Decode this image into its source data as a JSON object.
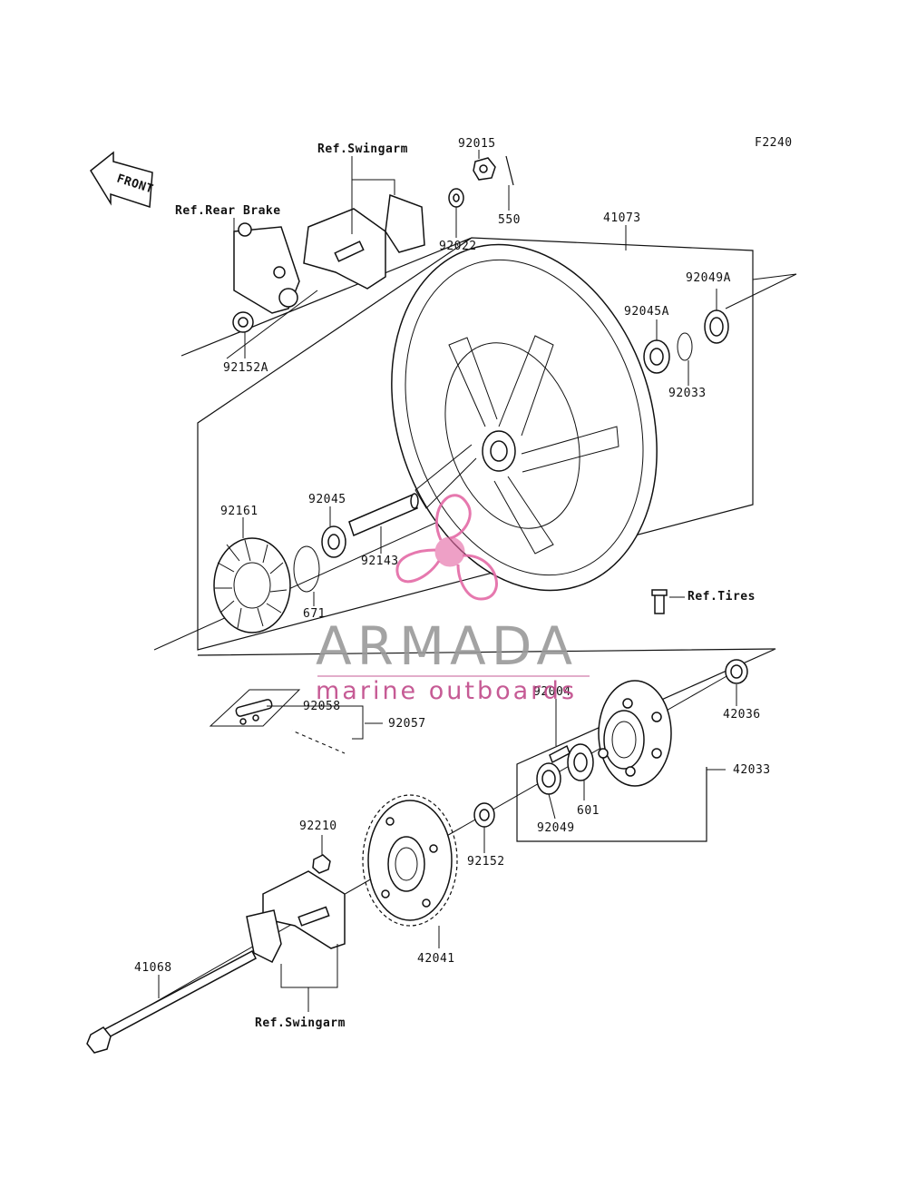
{
  "figure_code": "F2240",
  "front_arrow_label": "FRONT",
  "watermark": {
    "brand": "ARMADA",
    "tagline": "marine outboards",
    "logo_color": "#e46aa6"
  },
  "refs": {
    "swingarm_top": "Ref.Swingarm",
    "rear_brake": "Ref.Rear Brake",
    "tires": "Ref.Tires",
    "swingarm_bottom": "Ref.Swingarm"
  },
  "parts": {
    "p92015": "92015",
    "p550": "550",
    "p92022": "92022",
    "p41073": "41073",
    "p92049A": "92049A",
    "p92045A": "92045A",
    "p92033": "92033",
    "p92152A": "92152A",
    "p92161": "92161",
    "p92045": "92045",
    "p92143": "92143",
    "p671": "671",
    "p92004": "92004",
    "p92058": "92058",
    "p92057": "92057",
    "p42036": "42036",
    "p42033": "42033",
    "p601": "601",
    "p92049": "92049",
    "p92152": "92152",
    "p92210": "92210",
    "p42041": "42041",
    "p41068": "41068"
  }
}
